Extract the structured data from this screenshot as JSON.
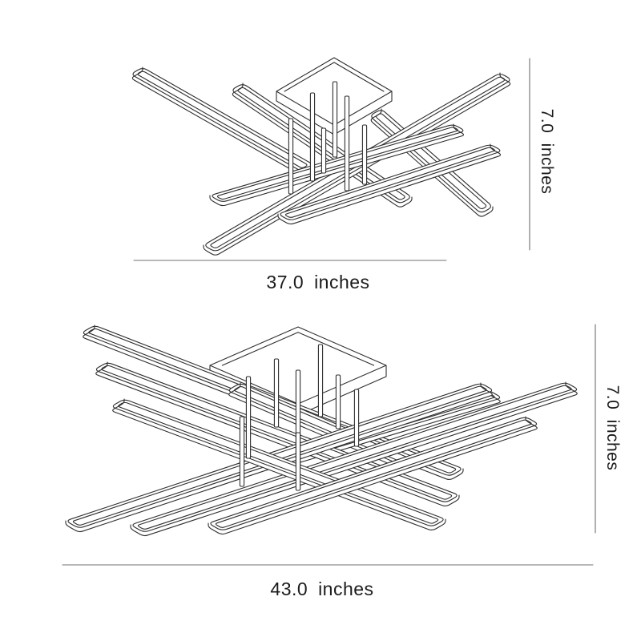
{
  "diagram": {
    "type": "product-dimension-line-drawing",
    "subject": "multi-bar linear ceiling light fixture, isometric views",
    "unit": "inches",
    "figures": [
      {
        "id": "top-fixture",
        "width_value": "37.0",
        "height_value": "7.0",
        "width_label": "37.0 inches",
        "height_label": "7.0 inches"
      },
      {
        "id": "bottom-fixture",
        "width_value": "43.0",
        "height_value": "7.0",
        "width_label": "43.0 inches",
        "height_label": "7.0 inches"
      }
    ]
  },
  "colors": {
    "background": "#ffffff",
    "drawing_line": "#2e2e2e",
    "dimension_line": "#707070",
    "label_text": "#1b1b1b"
  }
}
